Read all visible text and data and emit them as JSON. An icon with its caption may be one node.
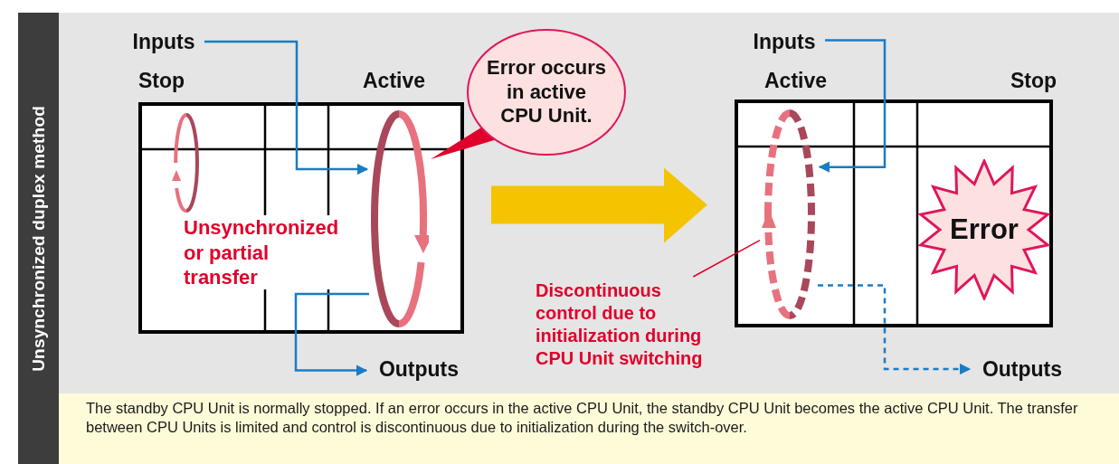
{
  "diagram": {
    "caption": "The standby CPU Unit is normally stopped. If an error occurs in the active CPU Unit, the standby CPU Unit becomes the active CPU Unit. The transfer between CPU Units is limited and control is discontinuous due to initialization during the switch-over.",
    "nodes": [
      {
        "text": [
          "Unsynchronized duplex method"
        ]
      },
      {
        "text": [
          "Inputs"
        ]
      },
      {
        "text": [],
        "shape": "box"
      },
      {
        "text": [],
        "shape": "loop",
        "in": 2
      },
      {
        "text": [
          "Unsynchronized or partial transfer"
        ],
        "in": 2
      },
      {
        "text": [],
        "shape": "loop",
        "in": 2
      },
      {
        "text": [
          "Error occurs in active CPU Unit."
        ]
      },
      {
        "text": [
          "Outputs"
        ]
      },
      {
        "text": [
          "Inputs"
        ]
      },
      {
        "text": [],
        "shape": "box"
      },
      {
        "text": [],
        "shape": "loop",
        "in": 9
      },
      {
        "text": [
          "Error"
        ],
        "in": 9
      },
      {
        "text": [
          "Discontinuous control due to initialization during CPU Unit switching"
        ]
      },
      {
        "text": [
          "Outputs"
        ]
      }
    ],
    "edges": [
      {
        "from": 1,
        "to": 5,
        "arrow": "to"
      },
      {
        "from": 5,
        "to": 7,
        "arrow": "to"
      },
      {
        "from": 6,
        "to": 5,
        "arrow": "none",
        "color": "#e0002a"
      },
      {
        "from": 2,
        "to": 9,
        "arrow": "to",
        "style": "thick",
        "color": "#f5c400"
      },
      {
        "from": 8,
        "to": 10,
        "arrow": "to"
      },
      {
        "from": 10,
        "to": 13,
        "arrow": "to",
        "style": "dashed"
      },
      {
        "from": 12,
        "to": 10,
        "arrow": "none",
        "color": "#e0002a"
      }
    ],
    "labels": [
      "Stop",
      "Active",
      "Active",
      "Stop"
    ]
  }
}
